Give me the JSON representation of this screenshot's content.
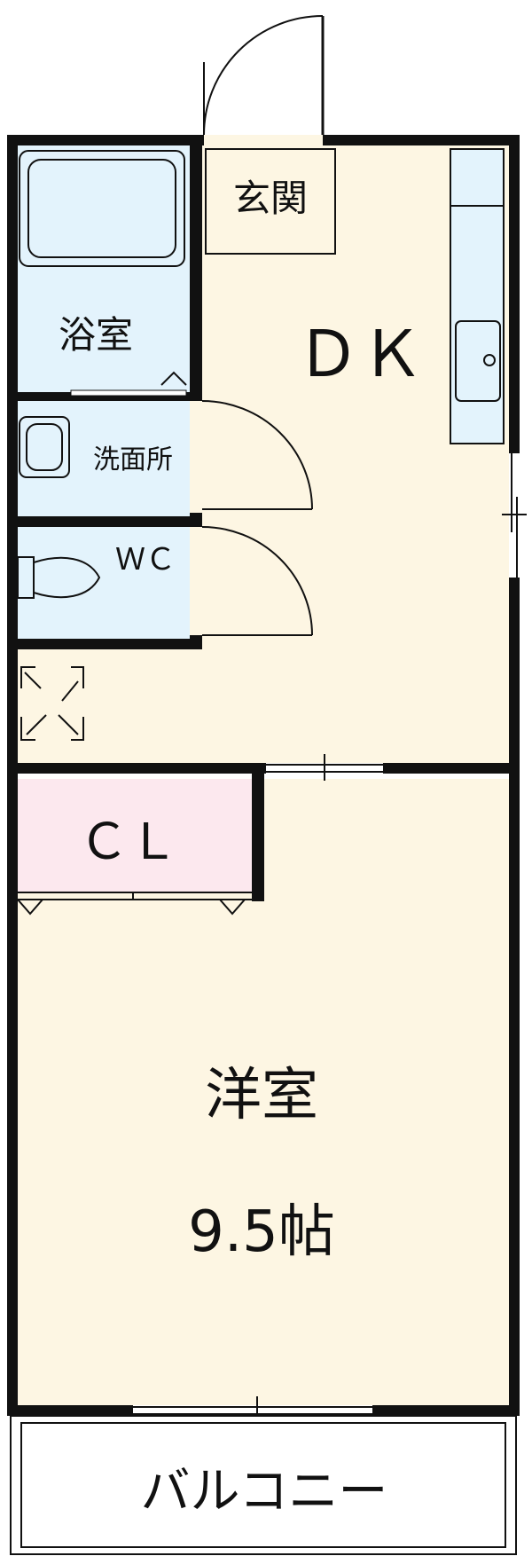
{
  "rooms": {
    "genkan": "玄関",
    "dk": "ＤＫ",
    "bath": "浴室",
    "washroom": "洗面所",
    "wc": "ＷＣ",
    "closet": "ＣＬ",
    "western_room": "洋室",
    "western_room_size": "9.5帖",
    "balcony": "バルコニー"
  },
  "colors": {
    "floor": "#fdf6e3",
    "wet_area": "#e3f3fc",
    "closet": "#fce8ee",
    "wall": "#111111"
  }
}
